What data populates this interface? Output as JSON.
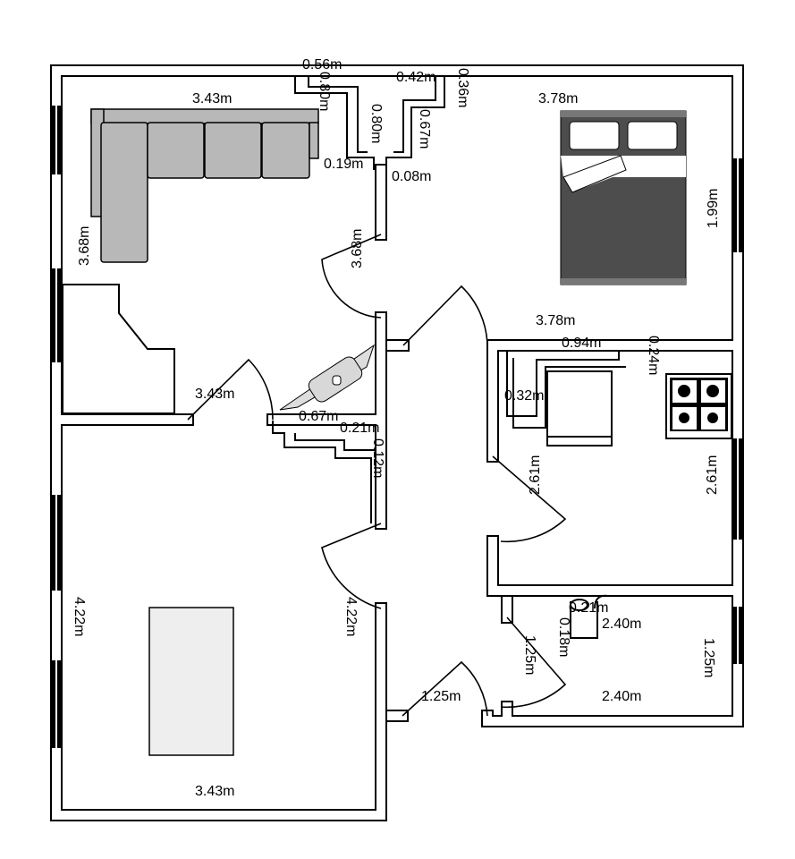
{
  "colors": {
    "wall": "#000000",
    "sofa": "#b8b8b8",
    "bed": "#4d4d4d",
    "table": "#eeeeee",
    "sink": "#d8d8d8"
  },
  "labels": [
    "0.56m",
    "0.80m",
    "0.42m",
    "0.36m",
    "0.80m",
    "0.19m",
    "0.08m",
    "0.67m",
    "3.43m",
    "3.78m",
    "1.99m",
    "3.68m",
    "3.68m",
    "3.78m",
    "0.94m",
    "0.24m",
    "0.32m",
    "3.43m",
    "0.67m",
    "0.21m",
    "0.12m",
    "2.61m",
    "2.61m",
    "4.22m",
    "4.22m",
    "1.25m",
    "1.25m",
    "1.25m",
    "2.40m",
    "2.40m",
    "0.21m",
    "0.18m",
    "3.43m"
  ]
}
